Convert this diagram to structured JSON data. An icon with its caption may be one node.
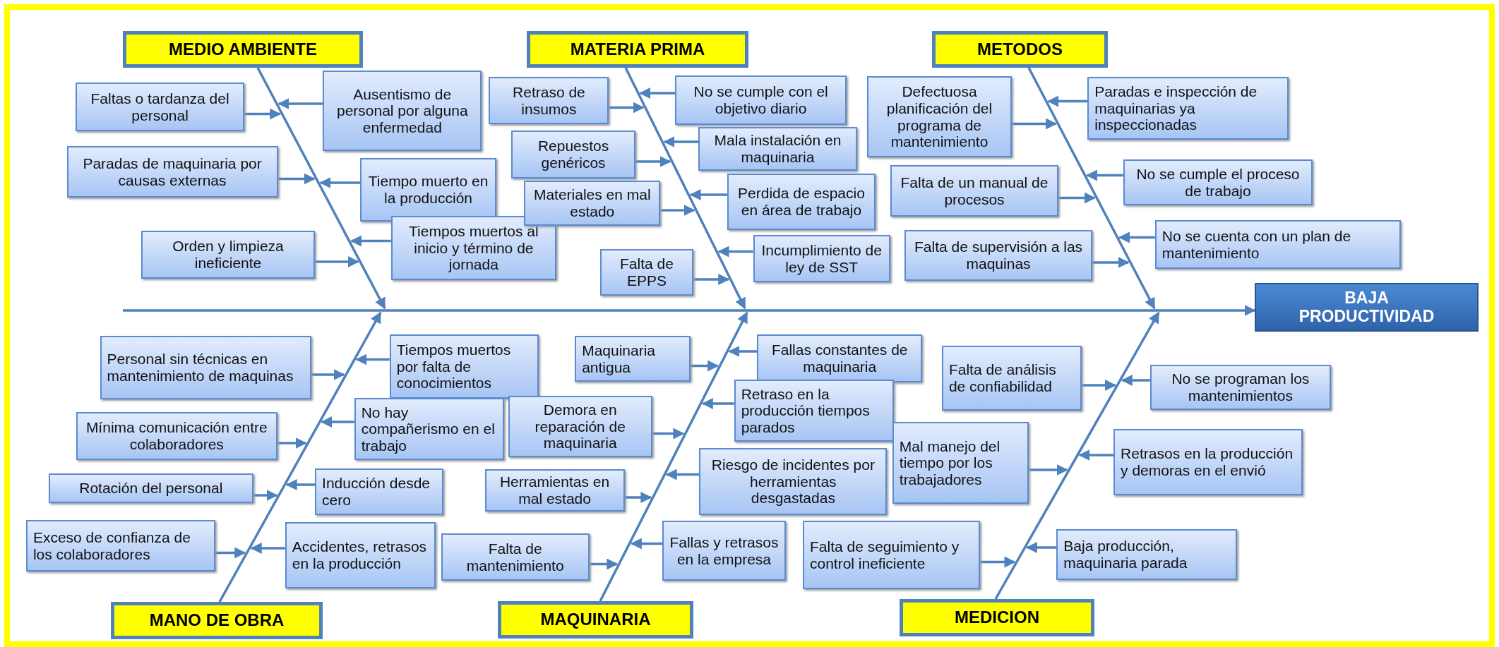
{
  "diagram": {
    "nodes": [
      {
        "text": [
          "MEDIO AMBIENTE"
        ]
      },
      {
        "text": [
          "Faltas o tardanza del personal"
        ]
      },
      {
        "text": [
          "Ausentismo de personal por alguna enfermedad"
        ]
      },
      {
        "text": [
          "Paradas de maquinaria por causas externas"
        ]
      },
      {
        "text": [
          "Tiempo muerto en la producción"
        ]
      },
      {
        "text": [
          "Orden y limpieza ineficiente"
        ]
      },
      {
        "text": [
          "Tiempos muertos al inicio y término de jornada"
        ]
      },
      {
        "text": [
          "MATERIA PRIMA"
        ]
      },
      {
        "text": [
          "Retraso de insumos"
        ]
      },
      {
        "text": [
          "No se cumple con el objetivo diario"
        ]
      },
      {
        "text": [
          "Repuestos genéricos"
        ]
      },
      {
        "text": [
          "Mala instalación en maquinaria"
        ]
      },
      {
        "text": [
          "Materiales en mal estado"
        ]
      },
      {
        "text": [
          "Perdida de espacio en área de trabajo"
        ]
      },
      {
        "text": [
          "Falta de EPPS"
        ]
      },
      {
        "text": [
          "Incumplimiento de ley de SST"
        ]
      },
      {
        "text": [
          "METODOS"
        ]
      },
      {
        "text": [
          "Defectuosa planificación del programa de mantenimiento"
        ]
      },
      {
        "text": [
          "Paradas e inspección de maquinarias ya inspeccionadas"
        ]
      },
      {
        "text": [
          "Falta de un manual de procesos"
        ]
      },
      {
        "text": [
          "No se cumple el proceso de trabajo"
        ]
      },
      {
        "text": [
          "Falta de supervisión a las maquinas"
        ]
      },
      {
        "text": [
          "No se cuenta con un plan de mantenimiento"
        ]
      },
      {
        "text": [
          "BAJA PRODUCTIVIDAD"
        ]
      },
      {
        "text": [
          "Personal sin técnicas en mantenimiento de maquinas"
        ]
      },
      {
        "text": [
          "Tiempos muertos por falta de conocimientos"
        ]
      },
      {
        "text": [
          "Mínima comunicación entre colaboradores"
        ]
      },
      {
        "text": [
          "No hay compañerismo en el trabajo"
        ]
      },
      {
        "text": [
          "Rotación del personal"
        ]
      },
      {
        "text": [
          "Inducción desde cero"
        ]
      },
      {
        "text": [
          "Exceso de confianza de los colaboradores"
        ]
      },
      {
        "text": [
          "Accidentes, retrasos en la producción"
        ]
      },
      {
        "text": [
          "MANO DE OBRA"
        ]
      },
      {
        "text": [
          "Maquinaria antigua"
        ]
      },
      {
        "text": [
          "Fallas constantes de maquinaria"
        ]
      },
      {
        "text": [
          "Demora en reparación de maquinaria"
        ]
      },
      {
        "text": [
          "Retraso en la producción tiempos parados"
        ]
      },
      {
        "text": [
          "Herramientas en mal estado"
        ]
      },
      {
        "text": [
          "Riesgo de incidentes por herramientas desgastadas"
        ]
      },
      {
        "text": [
          "Falta de mantenimiento"
        ]
      },
      {
        "text": [
          "Fallas y retrasos en la empresa"
        ]
      },
      {
        "text": [
          "MAQUINARIA"
        ]
      },
      {
        "text": [
          "Falta de análisis de confiabilidad"
        ]
      },
      {
        "text": [
          "No se programan los mantenimientos"
        ]
      },
      {
        "text": [
          "Mal manejo del tiempo por los trabajadores"
        ]
      },
      {
        "text": [
          "Retrasos en la producción y demoras en el envió"
        ]
      },
      {
        "text": [
          "Falta de seguimiento y control ineficiente"
        ]
      },
      {
        "text": [
          "Baja producción, maquinaria parada"
        ]
      },
      {
        "text": [
          "MEDICION"
        ]
      }
    ],
    "edges": [
      {
        "from": 0,
        "to": 23,
        "arrow": "to"
      },
      {
        "from": 1,
        "to": 23,
        "arrow": "to"
      },
      {
        "from": 2,
        "to": 23,
        "arrow": "to"
      },
      {
        "from": 3,
        "to": 23,
        "arrow": "to"
      },
      {
        "from": 4,
        "to": 23,
        "arrow": "to"
      },
      {
        "from": 5,
        "to": 23,
        "arrow": "to"
      },
      {
        "from": 6,
        "to": 23,
        "arrow": "to"
      },
      {
        "from": 7,
        "to": 23,
        "arrow": "to"
      },
      {
        "from": 8,
        "to": 23,
        "arrow": "to"
      },
      {
        "from": 9,
        "to": 23,
        "arrow": "to"
      },
      {
        "from": 10,
        "to": 23,
        "arrow": "to"
      },
      {
        "from": 11,
        "to": 23,
        "arrow": "to"
      },
      {
        "from": 12,
        "to": 23,
        "arrow": "to"
      },
      {
        "from": 13,
        "to": 23,
        "arrow": "to"
      },
      {
        "from": 14,
        "to": 23,
        "arrow": "to"
      },
      {
        "from": 15,
        "to": 23,
        "arrow": "to"
      },
      {
        "from": 16,
        "to": 23,
        "arrow": "to"
      },
      {
        "from": 17,
        "to": 23,
        "arrow": "to"
      },
      {
        "from": 18,
        "to": 23,
        "arrow": "to"
      },
      {
        "from": 19,
        "to": 23,
        "arrow": "to"
      },
      {
        "from": 20,
        "to": 23,
        "arrow": "to"
      },
      {
        "from": 21,
        "to": 23,
        "arrow": "to"
      },
      {
        "from": 22,
        "to": 23,
        "arrow": "to"
      },
      {
        "from": 32,
        "to": 23,
        "arrow": "to"
      },
      {
        "from": 24,
        "to": 23,
        "arrow": "to"
      },
      {
        "from": 25,
        "to": 23,
        "arrow": "to"
      },
      {
        "from": 26,
        "to": 23,
        "arrow": "to"
      },
      {
        "from": 27,
        "to": 23,
        "arrow": "to"
      },
      {
        "from": 28,
        "to": 23,
        "arrow": "to"
      },
      {
        "from": 29,
        "to": 23,
        "arrow": "to"
      },
      {
        "from": 30,
        "to": 23,
        "arrow": "to"
      },
      {
        "from": 31,
        "to": 23,
        "arrow": "to"
      },
      {
        "from": 41,
        "to": 23,
        "arrow": "to"
      },
      {
        "from": 33,
        "to": 23,
        "arrow": "to"
      },
      {
        "from": 34,
        "to": 23,
        "arrow": "to"
      },
      {
        "from": 35,
        "to": 23,
        "arrow": "to"
      },
      {
        "from": 36,
        "to": 23,
        "arrow": "to"
      },
      {
        "from": 37,
        "to": 23,
        "arrow": "to"
      },
      {
        "from": 38,
        "to": 23,
        "arrow": "to"
      },
      {
        "from": 39,
        "to": 23,
        "arrow": "to"
      },
      {
        "from": 40,
        "to": 23,
        "arrow": "to"
      },
      {
        "from": 48,
        "to": 23,
        "arrow": "to"
      },
      {
        "from": 42,
        "to": 23,
        "arrow": "to"
      },
      {
        "from": 43,
        "to": 23,
        "arrow": "to"
      },
      {
        "from": 44,
        "to": 23,
        "arrow": "to"
      },
      {
        "from": 45,
        "to": 23,
        "arrow": "to"
      },
      {
        "from": 46,
        "to": 23,
        "arrow": "to"
      },
      {
        "from": 47,
        "to": 23,
        "arrow": "to"
      }
    ]
  }
}
